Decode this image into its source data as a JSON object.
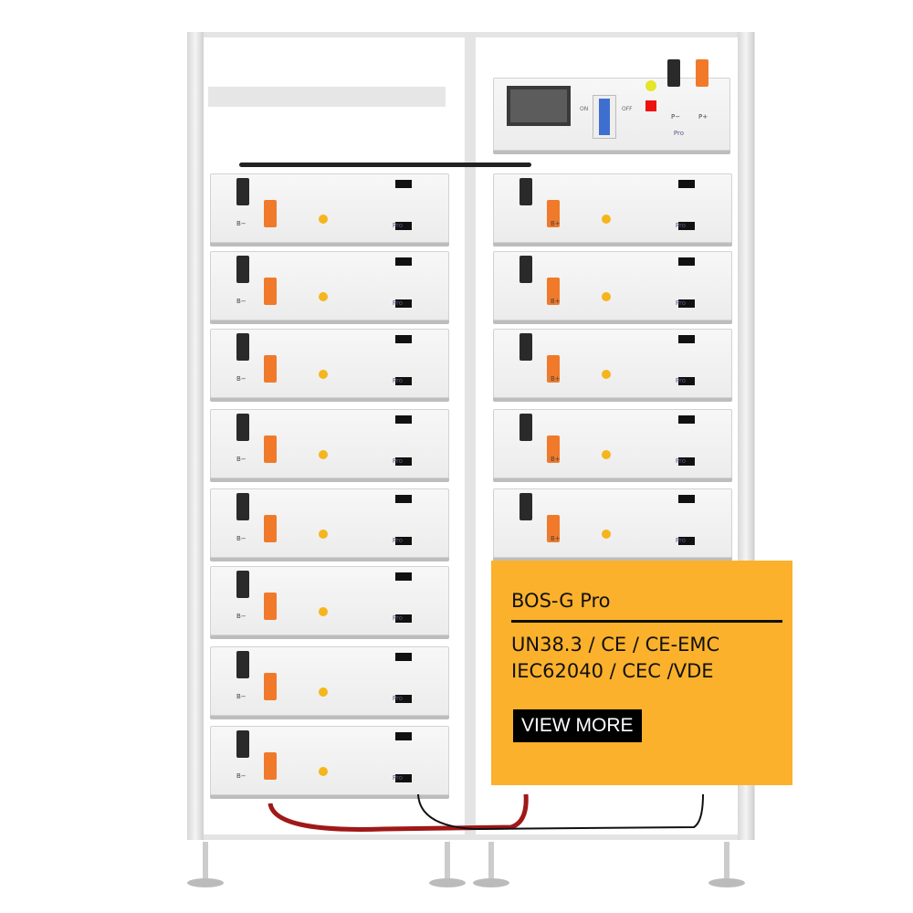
{
  "product": {
    "module_label": "Pro",
    "left_terminal": "B−",
    "right_terminal": "B+",
    "control_box": {
      "pos_label": "P+",
      "neg_label": "P−",
      "switch_on": "ON",
      "switch_off": "OFF"
    }
  },
  "card": {
    "title": "BOS-G Pro",
    "certifications_line1": "UN38.3 / CE / CE-EMC",
    "certifications_line2": "IEC62040 / CEC /VDE",
    "button_label": "VIEW MORE",
    "background_color": "#fbb12b"
  }
}
